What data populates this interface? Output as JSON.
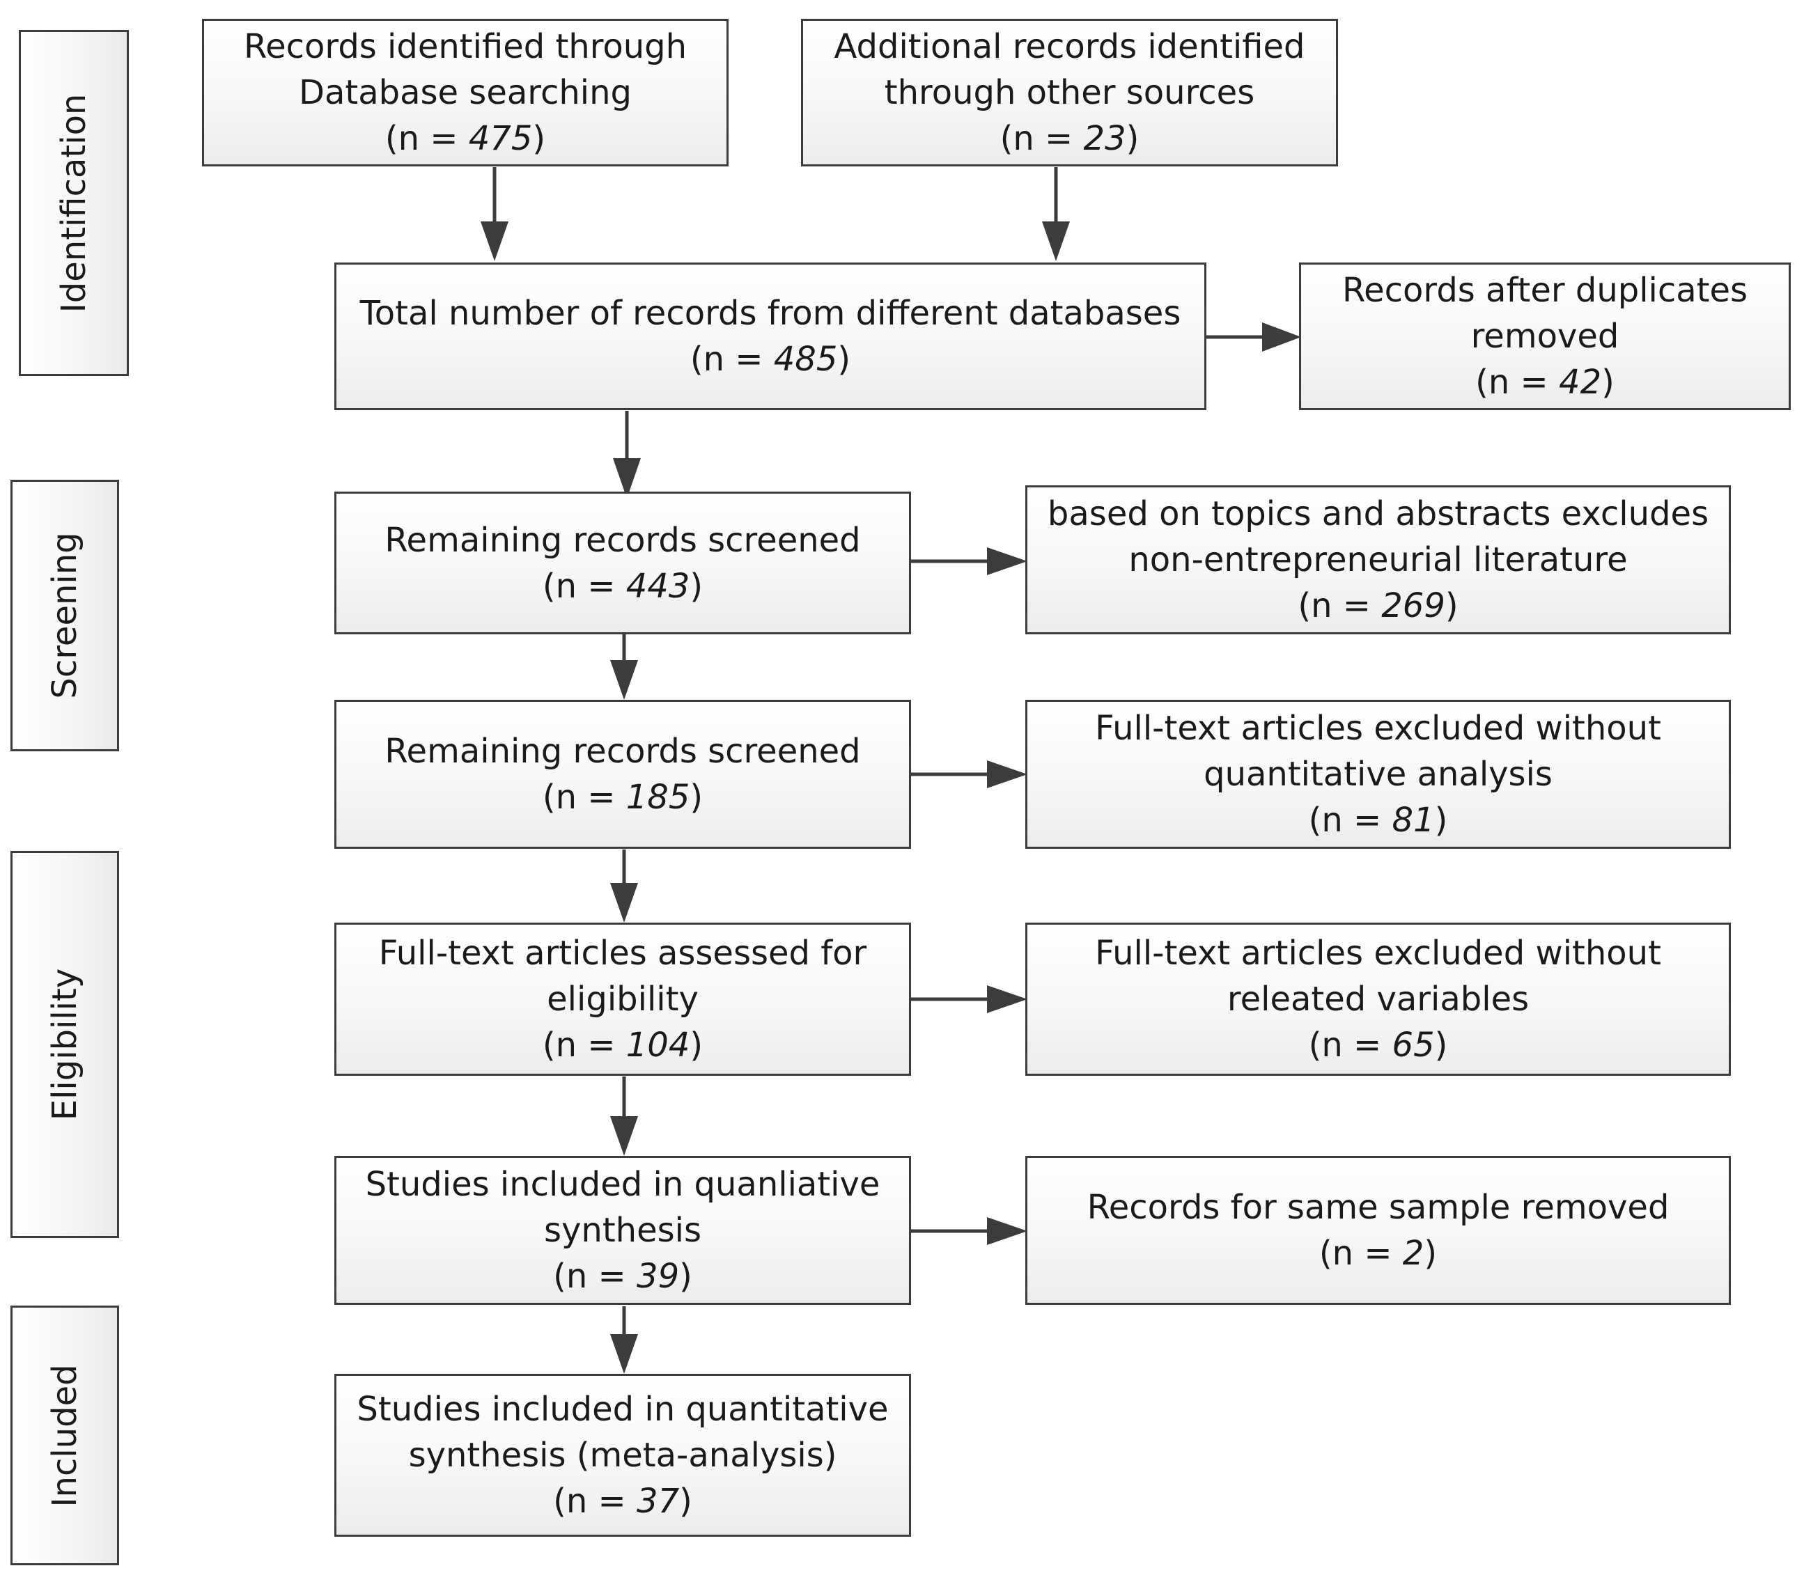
{
  "stages": {
    "identification": "Identification",
    "screening": "Screening",
    "eligibility": "Eligibility",
    "included": "Included"
  },
  "boxes": {
    "db_search": {
      "line1": "Records identified through",
      "line2": "Database searching",
      "n": "475"
    },
    "other_sources": {
      "line1": "Additional records identified",
      "line2": "through other sources",
      "n": "23"
    },
    "total": {
      "line1": "Total number of records from different databases",
      "n": "485"
    },
    "duplicates": {
      "line1": "Records after duplicates",
      "line2": "removed",
      "n": "42"
    },
    "screened1": {
      "line1": "Remaining records screened",
      "n": "443"
    },
    "excluded_topics": {
      "line1": "based on topics and abstracts excludes",
      "line2": "non-entrepreneurial literature",
      "n": "269"
    },
    "screened2": {
      "line1": "Remaining records screened",
      "n": "185"
    },
    "excluded_quant": {
      "line1": "Full-text articles excluded without",
      "line2": "quantitative analysis",
      "n": "81"
    },
    "assessed": {
      "line1": "Full-text articles assessed for",
      "line2": "eligibility",
      "n": "104"
    },
    "excluded_vars": {
      "line1": "Full-text articles excluded without",
      "line2": "releated variables",
      "n": "65"
    },
    "qualitative": {
      "line1": "Studies included in quanliative",
      "line2": "synthesis",
      "n": "39"
    },
    "same_sample": {
      "line1": "Records for same sample removed",
      "n": "2"
    },
    "quantitative": {
      "line1": "Studies included in quantitative",
      "line2": "synthesis (meta-analysis)",
      "n": "37"
    }
  },
  "n_prefix": "(n = ",
  "n_suffix": ")"
}
